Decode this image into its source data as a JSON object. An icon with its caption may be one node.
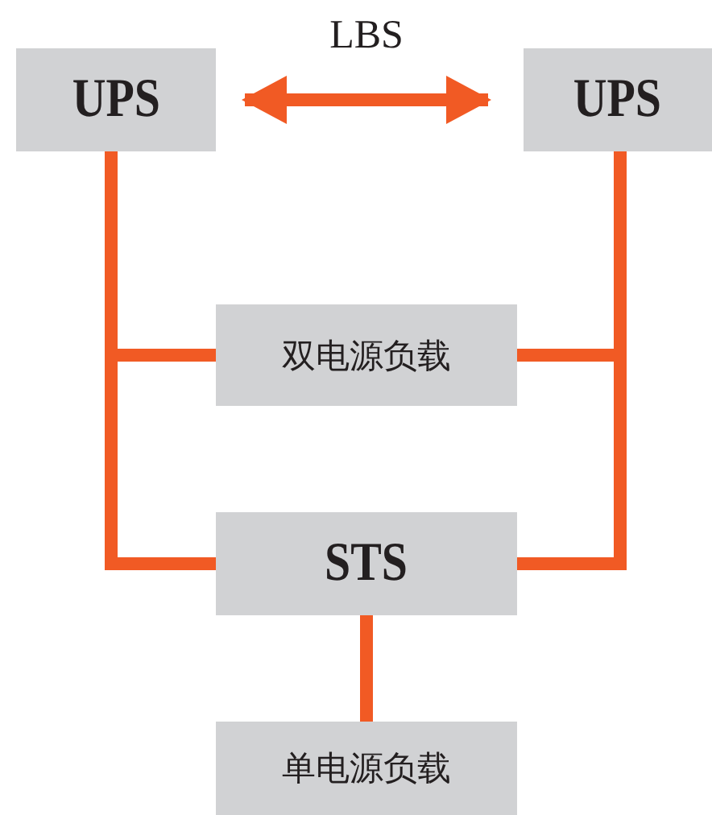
{
  "diagram": {
    "nodes": [
      {
        "text": [
          "UPS"
        ]
      },
      {
        "text": [
          "UPS"
        ]
      },
      {
        "text": [
          "双电源负载"
        ]
      },
      {
        "text": [
          "STS"
        ]
      },
      {
        "text": [
          "单电源负载"
        ]
      }
    ],
    "edges": [
      {
        "from": 0,
        "to": 1,
        "arrow": "both",
        "label": "LBS"
      },
      {
        "from": 0,
        "to": 2,
        "arrow": "none"
      },
      {
        "from": 0,
        "to": 3,
        "arrow": "none"
      },
      {
        "from": 1,
        "to": 2,
        "arrow": "none"
      },
      {
        "from": 1,
        "to": 3,
        "arrow": "none"
      },
      {
        "from": 3,
        "to": 4,
        "arrow": "none"
      }
    ]
  }
}
